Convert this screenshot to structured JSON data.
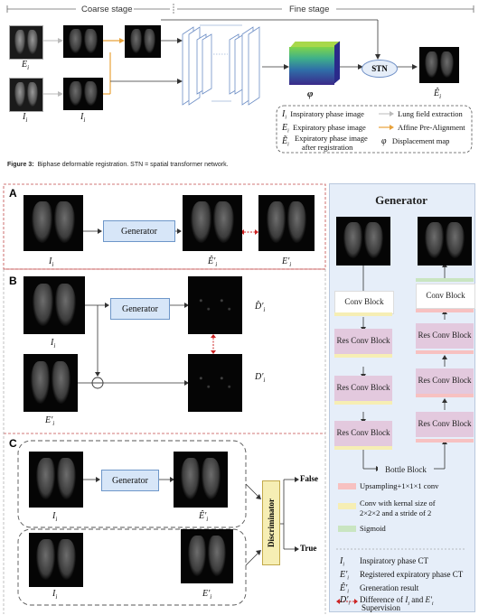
{
  "top": {
    "coarse_stage": "Coarse stage",
    "fine_stage": "Fine stage",
    "label_Ei": "E",
    "label_Ii_top": "I",
    "label_Ii_mid": "I",
    "label_phi": "φ",
    "label_Ei_out": "Ê",
    "stn": "STN",
    "legend": {
      "l1_sym": "I",
      "l1_text": "Inspiratory phase image",
      "l2_sym": "E",
      "l2_text": "Expiratory phase image",
      "l3_sym": "Ẽ",
      "l3_text_a": "Expiratory phase image",
      "l3_text_b": "after registration",
      "r1_text": "Lung field extraction",
      "r2_text": "Affine Pre-Alignment",
      "r3_sym": "φ",
      "r3_text": "Displacement map"
    }
  },
  "caption": {
    "figure": "Figure 3:",
    "text": "Biphase deformable registration. STN = spatial transformer network."
  },
  "panel_a": {
    "letter": "A",
    "generator": "Generator",
    "label_in": "I",
    "label_mid": "Ê'",
    "label_right": "E'"
  },
  "panel_b": {
    "letter": "B",
    "generator": "Generator",
    "label_top": "I",
    "label_bottom": "E'",
    "label_d_hat": "D̂'",
    "label_d": "D'"
  },
  "panel_c": {
    "letter": "C",
    "generator": "Generator",
    "discriminator": "Discriminator",
    "false": "False",
    "true": "True",
    "label_1": "I",
    "label_2": "Ê'",
    "label_3": "I",
    "label_4": "E'"
  },
  "generator": {
    "title": "Generator",
    "conv_block_left": "Conv Block",
    "res1": "Res Conv Block",
    "res2": "Res Conv Block",
    "res3": "Res Conv Block",
    "bottle": "Bottle Block",
    "conv_block_right": "Conv Block",
    "res4": "Res Conv Block",
    "res5": "Res Conv Block",
    "res6": "Res Conv Block",
    "leg_up": "Upsampling+1×1×1 conv",
    "leg_conv_a": "Conv with kernal size of",
    "leg_conv_b": "2×2×2 and a stride of 2",
    "leg_sig": "Sigmoid",
    "sym1": "I",
    "sym1_text": "Inspiratory phase CT",
    "sym2": "E'",
    "sym2_text": "Registered expiratory phase CT",
    "sym3": "Ê'",
    "sym3_text": "Greneration result",
    "sym4": "D'",
    "sym4_text_a": "Difference of",
    "sym4_text_b": "I",
    "sym4_text_c": "and",
    "sym4_text_d": "E'",
    "supervision": "Supervision"
  },
  "colors": {
    "generator_fill": "#d7e6f8",
    "res_block": "#e3c9de",
    "upsample": "#f7c1c1",
    "conv_stride": "#f6eeb4",
    "sigmoid": "#c9e5c1",
    "right_panel": "#e6eef9",
    "panel_a_border": "#c24b4b",
    "affine_arrow": "#e8a23a"
  }
}
